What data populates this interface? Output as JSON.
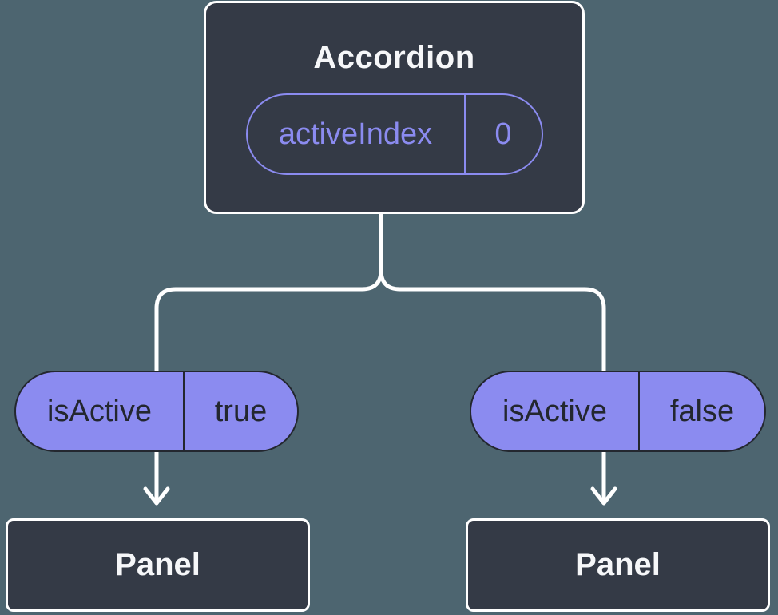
{
  "diagram": {
    "colors": {
      "background": "#4D6570",
      "node_fill": "#343A46",
      "node_text": "#F6F7F9",
      "accent_purple": "#8B8BF0",
      "dark_text": "#23272F",
      "wire": "#FFFFFF"
    },
    "root": {
      "title": "Accordion",
      "state": {
        "name": "activeIndex",
        "value": "0"
      }
    },
    "children": [
      {
        "prop": {
          "name": "isActive",
          "value": "true"
        },
        "label": "Panel"
      },
      {
        "prop": {
          "name": "isActive",
          "value": "false"
        },
        "label": "Panel"
      }
    ]
  }
}
